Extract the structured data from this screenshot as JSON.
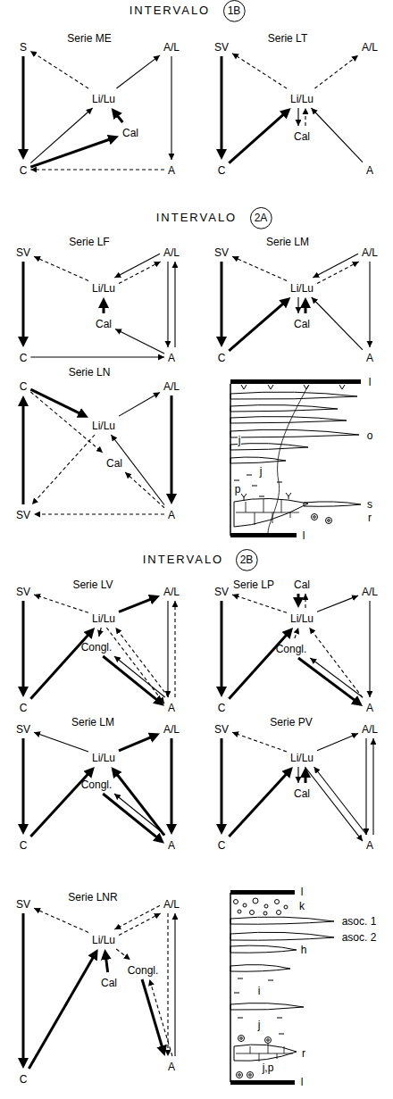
{
  "diagram": {
    "nodes": [
      {
        "text": [
          "1B"
        ]
      },
      {
        "text": [
          "Serie ME"
        ]
      },
      {
        "text": [
          "S"
        ],
        "in": 1
      },
      {
        "text": [
          "C"
        ],
        "in": 1
      },
      {
        "text": [
          "Li/Lu"
        ],
        "in": 1
      },
      {
        "text": [
          "Cal"
        ],
        "in": 1
      },
      {
        "text": [
          "A/L"
        ],
        "in": 1
      },
      {
        "text": [
          "A"
        ],
        "in": 1
      },
      {
        "text": [
          "Serie LT"
        ]
      },
      {
        "text": [
          "SV"
        ],
        "in": 8
      },
      {
        "text": [
          "C"
        ],
        "in": 8
      },
      {
        "text": [
          "Li/Lu"
        ],
        "in": 8
      },
      {
        "text": [
          "Cal"
        ],
        "in": 8
      },
      {
        "text": [
          "A/L"
        ],
        "in": 8
      },
      {
        "text": [
          "A"
        ],
        "in": 8
      },
      {
        "text": [
          "2A"
        ]
      },
      {
        "text": [
          "Serie LF"
        ]
      },
      {
        "text": [
          "SV"
        ],
        "in": 16
      },
      {
        "text": [
          "C"
        ],
        "in": 16
      },
      {
        "text": [
          "Li/Lu"
        ],
        "in": 16
      },
      {
        "text": [
          "Cal"
        ],
        "in": 16
      },
      {
        "text": [
          "A/L"
        ],
        "in": 16
      },
      {
        "text": [
          "A"
        ],
        "in": 16
      },
      {
        "text": [
          "Serie LM"
        ]
      },
      {
        "text": [
          "SV"
        ],
        "in": 23
      },
      {
        "text": [
          "C"
        ],
        "in": 23
      },
      {
        "text": [
          "Li/Lu"
        ],
        "in": 23
      },
      {
        "text": [
          "Cal"
        ],
        "in": 23
      },
      {
        "text": [
          "A/L"
        ],
        "in": 23
      },
      {
        "text": [
          "A"
        ],
        "in": 23
      },
      {
        "text": [
          "Serie LN"
        ]
      },
      {
        "text": [
          "C"
        ],
        "in": 30
      },
      {
        "text": [
          "SV"
        ],
        "in": 30
      },
      {
        "text": [
          "Li/Lu"
        ],
        "in": 30
      },
      {
        "text": [
          "Cal"
        ],
        "in": 30
      },
      {
        "text": [
          "A/L"
        ],
        "in": 30
      },
      {
        "text": [
          "A"
        ],
        "in": 30
      },
      {
        "text": [
          "2B"
        ]
      },
      {
        "text": [
          "Serie LV"
        ]
      },
      {
        "text": [
          "SV"
        ],
        "in": 38
      },
      {
        "text": [
          "C"
        ],
        "in": 38
      },
      {
        "text": [
          "Li/Lu"
        ],
        "in": 38
      },
      {
        "text": [
          "Congl."
        ],
        "in": 38
      },
      {
        "text": [
          "A/L"
        ],
        "in": 38
      },
      {
        "text": [
          "A"
        ],
        "in": 38
      },
      {
        "text": [
          "Serie LP"
        ]
      },
      {
        "text": [
          "SV"
        ],
        "in": 45
      },
      {
        "text": [
          "C"
        ],
        "in": 45
      },
      {
        "text": [
          "Li/Lu"
        ],
        "in": 45
      },
      {
        "text": [
          "Cal"
        ],
        "in": 45
      },
      {
        "text": [
          "Congl."
        ],
        "in": 45
      },
      {
        "text": [
          "A/L"
        ],
        "in": 45
      },
      {
        "text": [
          "A"
        ],
        "in": 45
      },
      {
        "text": [
          "Serie LM"
        ]
      },
      {
        "text": [
          "SV"
        ],
        "in": 53
      },
      {
        "text": [
          "C"
        ],
        "in": 53
      },
      {
        "text": [
          "Li/Lu"
        ],
        "in": 53
      },
      {
        "text": [
          "Congl."
        ],
        "in": 53
      },
      {
        "text": [
          "A/L"
        ],
        "in": 53
      },
      {
        "text": [
          "A"
        ],
        "in": 53
      },
      {
        "text": [
          "Serie PV"
        ]
      },
      {
        "text": [
          "SV"
        ],
        "in": 60
      },
      {
        "text": [
          "C"
        ],
        "in": 60
      },
      {
        "text": [
          "Li/Lu"
        ],
        "in": 60
      },
      {
        "text": [
          "Cal"
        ],
        "in": 60
      },
      {
        "text": [
          "A/L"
        ],
        "in": 60
      },
      {
        "text": [
          "A"
        ],
        "in": 60
      },
      {
        "text": [
          "Serie LNR"
        ]
      },
      {
        "text": [
          "SV"
        ],
        "in": 67
      },
      {
        "text": [
          "C"
        ],
        "in": 67
      },
      {
        "text": [
          "Li/Lu"
        ],
        "in": 67
      },
      {
        "text": [
          "Cal"
        ],
        "in": 67
      },
      {
        "text": [
          "Congl."
        ],
        "in": 67
      },
      {
        "text": [
          "A/L"
        ],
        "in": 67
      },
      {
        "text": [
          "A"
        ],
        "in": 67
      }
    ],
    "edges": [
      {
        "from": 2,
        "to": 3,
        "arrow": "to"
      },
      {
        "from": 4,
        "to": 2,
        "arrow": "to"
      },
      {
        "from": 3,
        "to": 4,
        "arrow": "to"
      },
      {
        "from": 5,
        "to": 4,
        "arrow": "to"
      },
      {
        "from": 3,
        "to": 5,
        "arrow": "to"
      },
      {
        "from": 4,
        "to": 6,
        "arrow": "to"
      },
      {
        "from": 6,
        "to": 7,
        "arrow": "to"
      },
      {
        "from": 7,
        "to": 3,
        "arrow": "to"
      },
      {
        "from": 9,
        "to": 10,
        "arrow": "to"
      },
      {
        "from": 11,
        "to": 9,
        "arrow": "to"
      },
      {
        "from": 10,
        "to": 11,
        "arrow": "to"
      },
      {
        "from": 11,
        "to": 13,
        "arrow": "to"
      },
      {
        "from": 11,
        "to": 12,
        "arrow": "to"
      },
      {
        "from": 12,
        "to": 11,
        "arrow": "to"
      },
      {
        "from": 14,
        "to": 11,
        "arrow": "to"
      },
      {
        "from": 17,
        "to": 18,
        "arrow": "to"
      },
      {
        "from": 19,
        "to": 17,
        "arrow": "to"
      },
      {
        "from": 20,
        "to": 19,
        "arrow": "to"
      },
      {
        "from": 19,
        "to": 21,
        "arrow": "to"
      },
      {
        "from": 21,
        "to": 19,
        "arrow": "to"
      },
      {
        "from": 21,
        "to": 22,
        "arrow": "to"
      },
      {
        "from": 22,
        "to": 21,
        "arrow": "to"
      },
      {
        "from": 18,
        "to": 22,
        "arrow": "to"
      },
      {
        "from": 22,
        "to": 20,
        "arrow": "to"
      },
      {
        "from": 24,
        "to": 25,
        "arrow": "to"
      },
      {
        "from": 26,
        "to": 24,
        "arrow": "to"
      },
      {
        "from": 25,
        "to": 26,
        "arrow": "to"
      },
      {
        "from": 26,
        "to": 28,
        "arrow": "to"
      },
      {
        "from": 28,
        "to": 26,
        "arrow": "to"
      },
      {
        "from": 28,
        "to": 29,
        "arrow": "to"
      },
      {
        "from": 29,
        "to": 26,
        "arrow": "to"
      },
      {
        "from": 27,
        "to": 26,
        "arrow": "to"
      },
      {
        "from": 26,
        "to": 27,
        "arrow": "to"
      },
      {
        "from": 32,
        "to": 31,
        "arrow": "to"
      },
      {
        "from": 31,
        "to": 33,
        "arrow": "to"
      },
      {
        "from": 31,
        "to": 34,
        "arrow": "to"
      },
      {
        "from": 33,
        "to": 32,
        "arrow": "to"
      },
      {
        "from": 36,
        "to": 32,
        "arrow": "to"
      },
      {
        "from": 36,
        "to": 33,
        "arrow": "to"
      },
      {
        "from": 33,
        "to": 35,
        "arrow": "to"
      },
      {
        "from": 35,
        "to": 36,
        "arrow": "to"
      },
      {
        "from": 36,
        "to": 34,
        "arrow": "to"
      },
      {
        "from": 39,
        "to": 40,
        "arrow": "to"
      },
      {
        "from": 41,
        "to": 39,
        "arrow": "to"
      },
      {
        "from": 40,
        "to": 41,
        "arrow": "to"
      },
      {
        "from": 41,
        "to": 43,
        "arrow": "to"
      },
      {
        "from": 43,
        "to": 44,
        "arrow": "to"
      },
      {
        "from": 44,
        "to": 43,
        "arrow": "to"
      },
      {
        "from": 41,
        "to": 42,
        "arrow": "to"
      },
      {
        "from": 41,
        "to": 44,
        "arrow": "to"
      },
      {
        "from": 44,
        "to": 41,
        "arrow": "to"
      },
      {
        "from": 42,
        "to": 44,
        "arrow": "to"
      },
      {
        "from": 44,
        "to": 42,
        "arrow": "to"
      },
      {
        "from": 46,
        "to": 47,
        "arrow": "to"
      },
      {
        "from": 48,
        "to": 46,
        "arrow": "to"
      },
      {
        "from": 47,
        "to": 48,
        "arrow": "to"
      },
      {
        "from": 49,
        "to": 48,
        "arrow": "to"
      },
      {
        "from": 48,
        "to": 49,
        "arrow": "to"
      },
      {
        "from": 48,
        "to": 51,
        "arrow": "to"
      },
      {
        "from": 51,
        "to": 52,
        "arrow": "to"
      },
      {
        "from": 50,
        "to": 48,
        "arrow": "to"
      },
      {
        "from": 50,
        "to": 52,
        "arrow": "to"
      },
      {
        "from": 52,
        "to": 50,
        "arrow": "to"
      },
      {
        "from": 52,
        "to": 48,
        "arrow": "to"
      },
      {
        "from": 54,
        "to": 55,
        "arrow": "to"
      },
      {
        "from": 56,
        "to": 54,
        "arrow": "to"
      },
      {
        "from": 55,
        "to": 56,
        "arrow": "to"
      },
      {
        "from": 56,
        "to": 58,
        "arrow": "to"
      },
      {
        "from": 58,
        "to": 59,
        "arrow": "to"
      },
      {
        "from": 59,
        "to": 56,
        "arrow": "to"
      },
      {
        "from": 57,
        "to": 59,
        "arrow": "to"
      },
      {
        "from": 59,
        "to": 57,
        "arrow": "to"
      },
      {
        "from": 61,
        "to": 62,
        "arrow": "to"
      },
      {
        "from": 63,
        "to": 61,
        "arrow": "to"
      },
      {
        "from": 62,
        "to": 63,
        "arrow": "to"
      },
      {
        "from": 63,
        "to": 65,
        "arrow": "to"
      },
      {
        "from": 65,
        "to": 66,
        "arrow": "to"
      },
      {
        "from": 66,
        "to": 65,
        "arrow": "to"
      },
      {
        "from": 64,
        "to": 63,
        "arrow": "to"
      },
      {
        "from": 63,
        "to": 64,
        "arrow": "to"
      },
      {
        "from": 63,
        "to": 66,
        "arrow": "to"
      },
      {
        "from": 66,
        "to": 63,
        "arrow": "to"
      },
      {
        "from": 68,
        "to": 69,
        "arrow": "to"
      },
      {
        "from": 70,
        "to": 68,
        "arrow": "to"
      },
      {
        "from": 69,
        "to": 70,
        "arrow": "to"
      },
      {
        "from": 71,
        "to": 70,
        "arrow": "to"
      },
      {
        "from": 70,
        "to": 73,
        "arrow": "to"
      },
      {
        "from": 73,
        "to": 70,
        "arrow": "to"
      },
      {
        "from": 70,
        "to": 72,
        "arrow": "to"
      },
      {
        "from": 72,
        "to": 74,
        "arrow": "to"
      },
      {
        "from": 74,
        "to": 72,
        "arrow": "to"
      },
      {
        "from": 73,
        "to": 74,
        "arrow": "to"
      },
      {
        "from": 74,
        "to": 73,
        "arrow": "to"
      }
    ],
    "labels": [
      "INTERVALO",
      "INTERVALO",
      "INTERVALO",
      "l",
      "j",
      "o",
      "p",
      "j",
      "s",
      "r",
      "l",
      "l",
      "k",
      "asoc. 1",
      "asoc. 2",
      "h",
      "i",
      "j",
      "r",
      "j,p",
      "l"
    ]
  }
}
